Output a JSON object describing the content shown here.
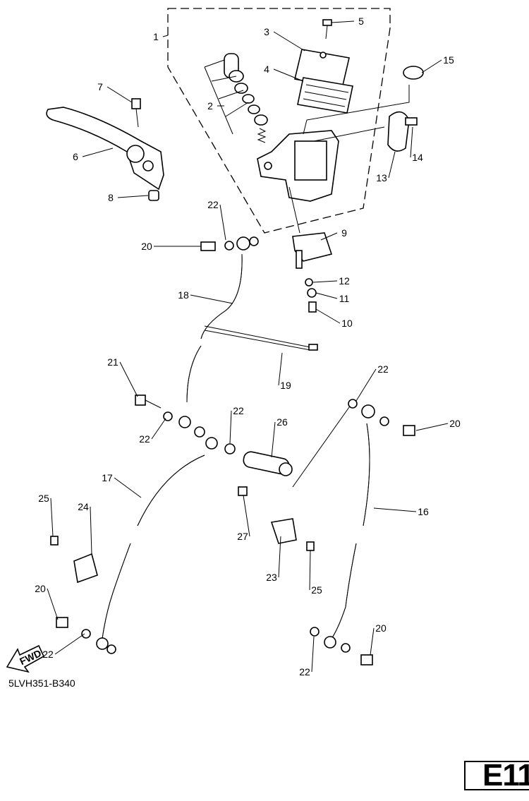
{
  "diagram": {
    "callouts": [
      "1",
      "5",
      "3",
      "4",
      "15",
      "2",
      "7",
      "6",
      "14",
      "13",
      "8",
      "22",
      "9",
      "20",
      "12",
      "11",
      "10",
      "18",
      "19",
      "21",
      "22",
      "22",
      "26",
      "20",
      "22",
      "17",
      "25",
      "24",
      "16",
      "27",
      "23",
      "25",
      "20",
      "20",
      "22",
      "22"
    ],
    "fwd_arrow_label": "FWD",
    "drawing_code": "5LVH351-B340",
    "page_label": "E11"
  }
}
